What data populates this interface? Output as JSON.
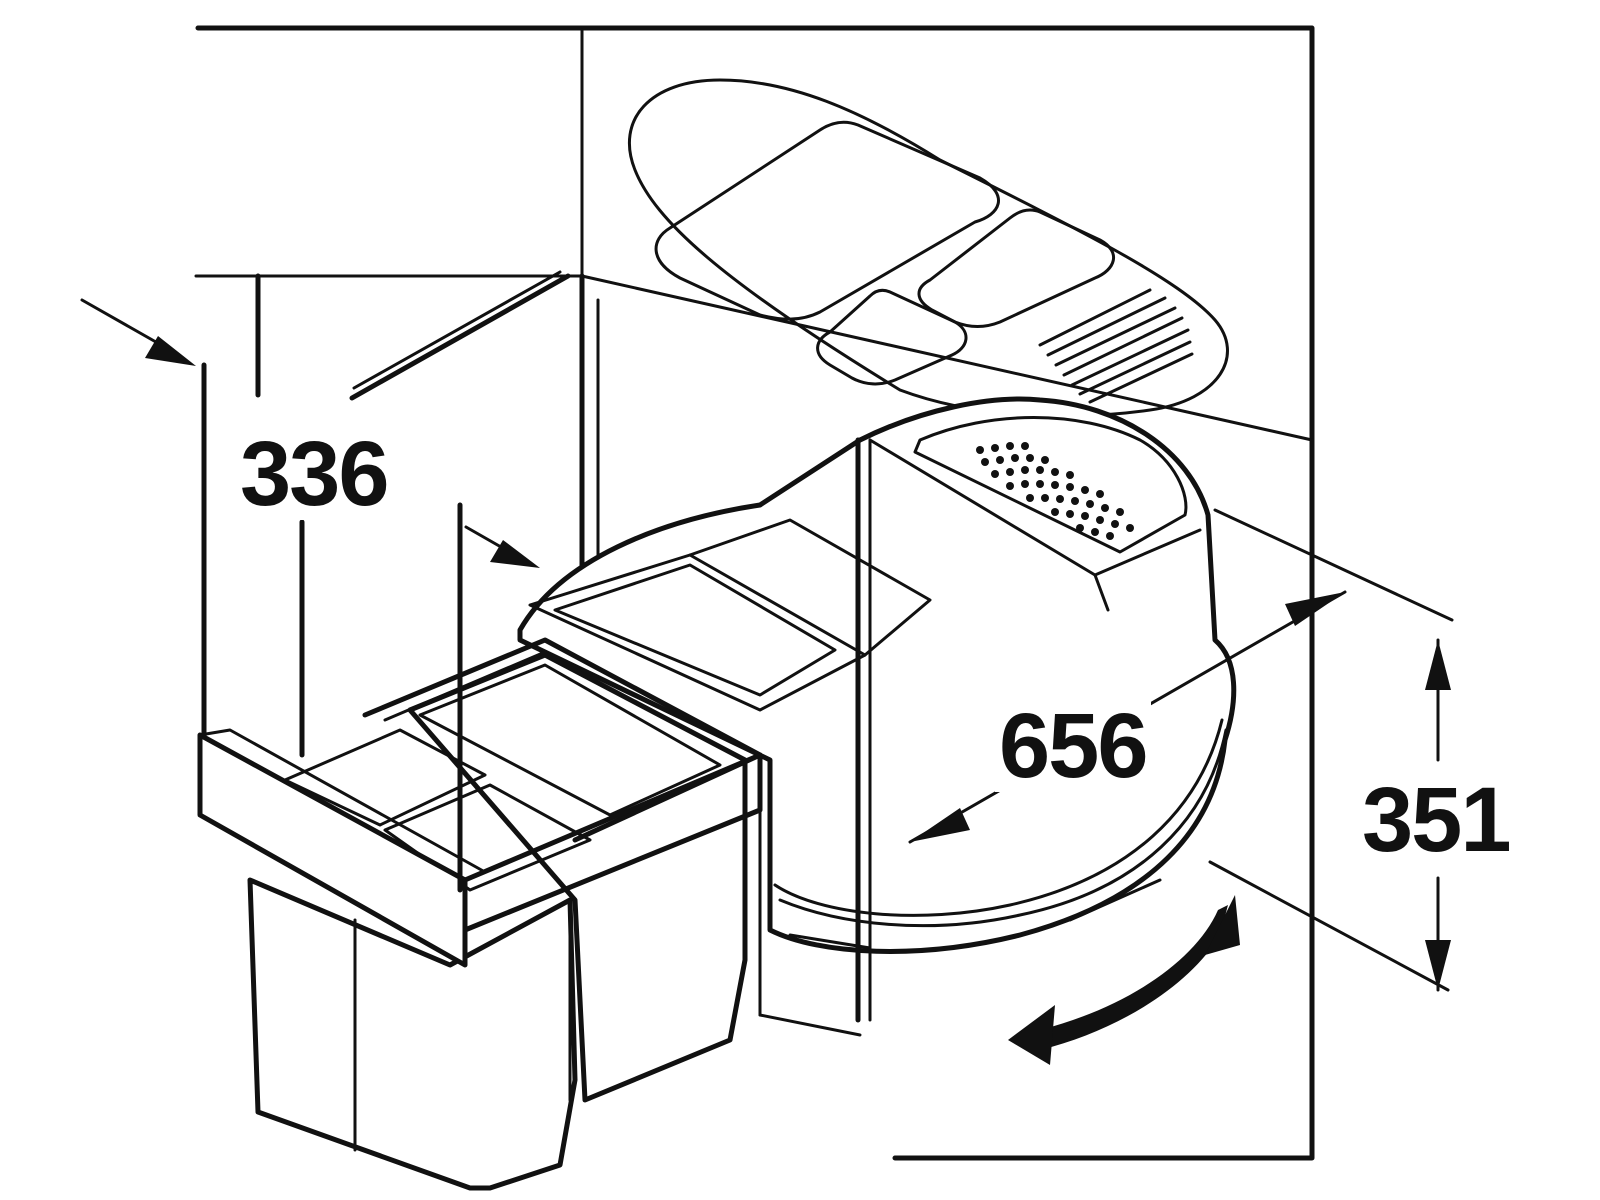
{
  "dimensions": {
    "depth_label": "336",
    "width_label": "656",
    "height_label": "351"
  },
  "colors": {
    "ink": "#111111",
    "background": "#ffffff"
  }
}
